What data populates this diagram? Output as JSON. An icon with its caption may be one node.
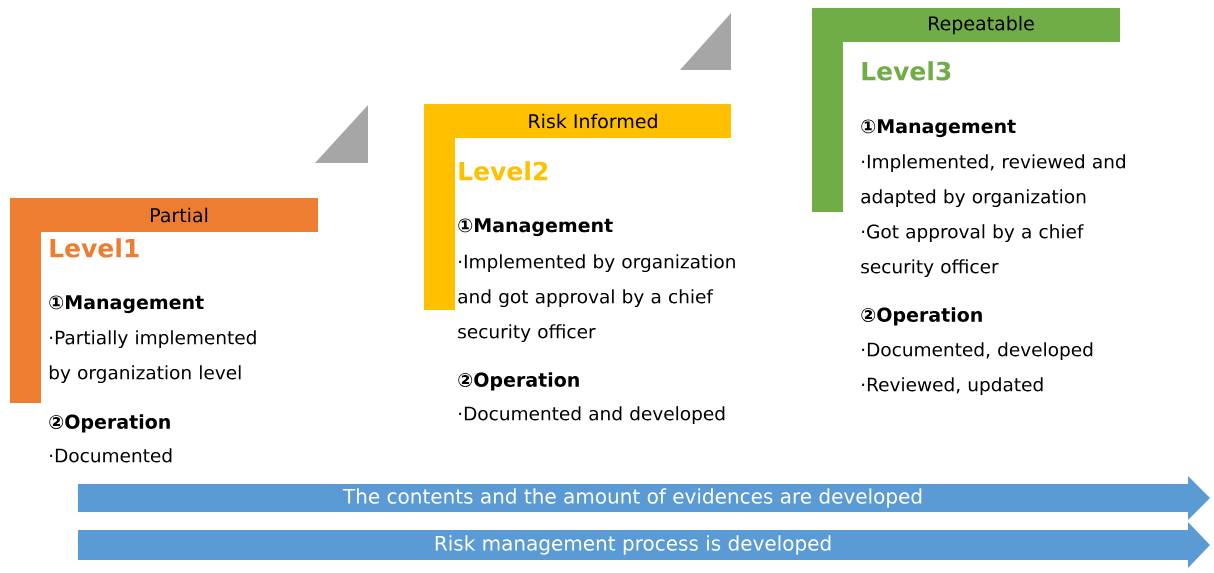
{
  "diagram": {
    "nodes": [
      {
        "text": [
          "Partial",
          "Level1",
          "①Management",
          "·Partially implemented by organization level",
          "②Operation",
          "·Documented"
        ]
      },
      {
        "text": [
          "Risk Informed",
          "Level2",
          "①Management",
          "·Implemented by organization and got approval by a chief security officer",
          "②Operation",
          "·Documented and developed"
        ]
      },
      {
        "text": [
          "Repeatable",
          "Level3",
          "①Management",
          "·Implemented, reviewed and adapted by organization",
          "·Got approval by a chief security officer",
          "②Operation",
          "·Documented, developed",
          "·Reviewed, updated"
        ]
      },
      {
        "text": [
          "The contents and the amount of evidences are developed"
        ]
      },
      {
        "text": [
          "Risk management process is developed"
        ]
      }
    ]
  }
}
